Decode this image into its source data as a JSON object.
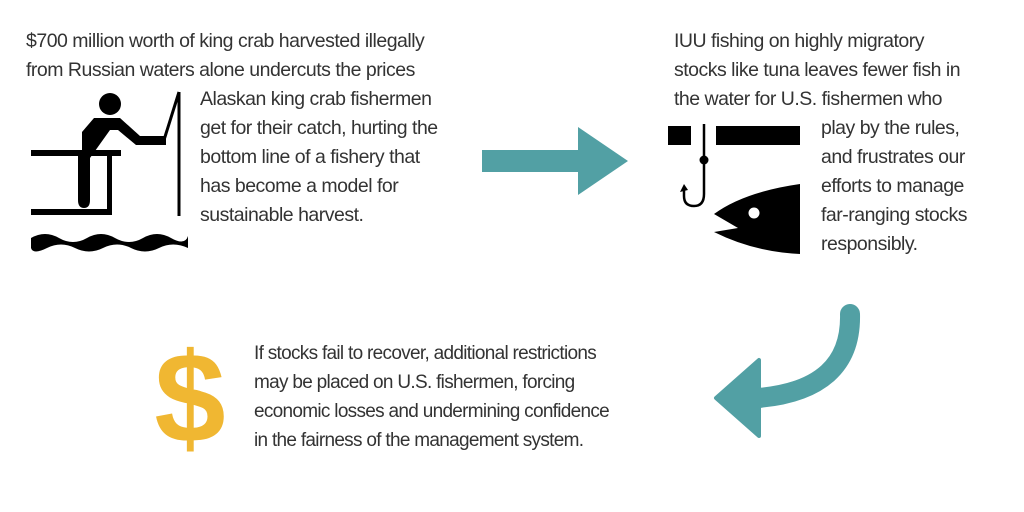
{
  "colors": {
    "arrow": "#52a0a4",
    "dollar": "#f0b732",
    "icon": "#000000",
    "text": "#333333",
    "background": "#ffffff"
  },
  "panels": [
    {
      "icon": "fishing-person-icon",
      "lead_lines": [
        "$700 million worth of king crab harvested illegally",
        "from Russian waters alone undercuts the prices"
      ],
      "body_lines": [
        "Alaskan king crab fishermen",
        "get for their catch, hurting the",
        "bottom line of a fishery that",
        "has become a model for",
        "sustainable harvest."
      ]
    },
    {
      "icon": "hook-and-fish-icon",
      "lead_lines": [
        "IUU fishing on highly migratory",
        "stocks like tuna leaves fewer fish in",
        "the water for U.S. fishermen who"
      ],
      "body_lines": [
        "play by the rules,",
        "and frustrates our",
        "efforts to manage",
        "far-ranging stocks",
        "responsibly."
      ]
    },
    {
      "icon": "dollar-sign-icon",
      "body_lines": [
        "If stocks fail to recover, additional restrictions",
        "may be placed on U.S. fishermen, forcing",
        "economic losses and undermining confidence",
        "in the fairness of the management system."
      ]
    }
  ],
  "connectors": [
    {
      "from": 1,
      "to": 2,
      "icon": "arrow-right-icon"
    },
    {
      "from": 2,
      "to": 3,
      "icon": "curved-arrow-down-left-icon"
    }
  ]
}
